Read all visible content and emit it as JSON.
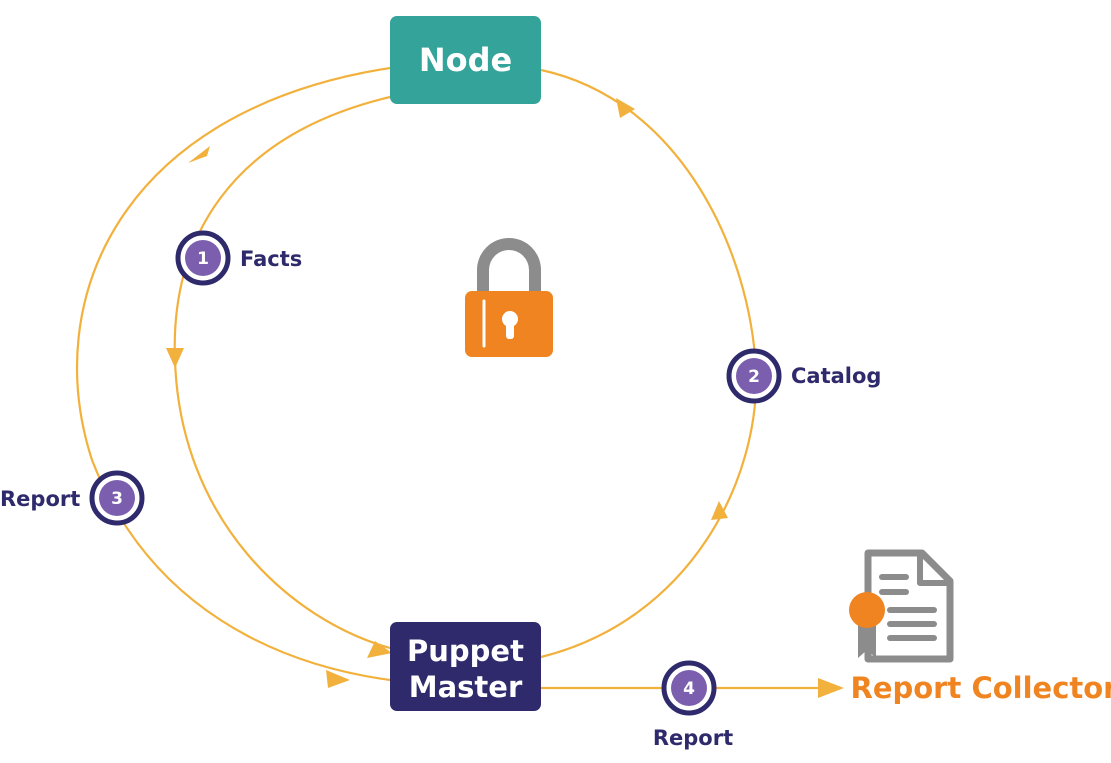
{
  "nodes": {
    "node": {
      "label": "Node",
      "color": "#34a39a"
    },
    "master": {
      "line1": "Puppet",
      "line2": "Master",
      "color": "#2e2a6b"
    }
  },
  "steps": [
    {
      "number": "1",
      "label": "Facts"
    },
    {
      "number": "2",
      "label": "Catalog"
    },
    {
      "number": "3",
      "label": "Report"
    },
    {
      "number": "4",
      "label": "Report"
    }
  ],
  "collector": {
    "label": "Report Collector",
    "color": "#ef8420"
  },
  "icons": {
    "lock": "lock-icon",
    "report": "certificate-document-icon"
  },
  "colors": {
    "arrow": "#f2b13c",
    "step_fill": "#7b5fae",
    "step_ring": "#2e2a6b",
    "lock_body": "#ef8420",
    "lock_shackle": "#8c8c8c",
    "document": "#8c8c8c"
  }
}
